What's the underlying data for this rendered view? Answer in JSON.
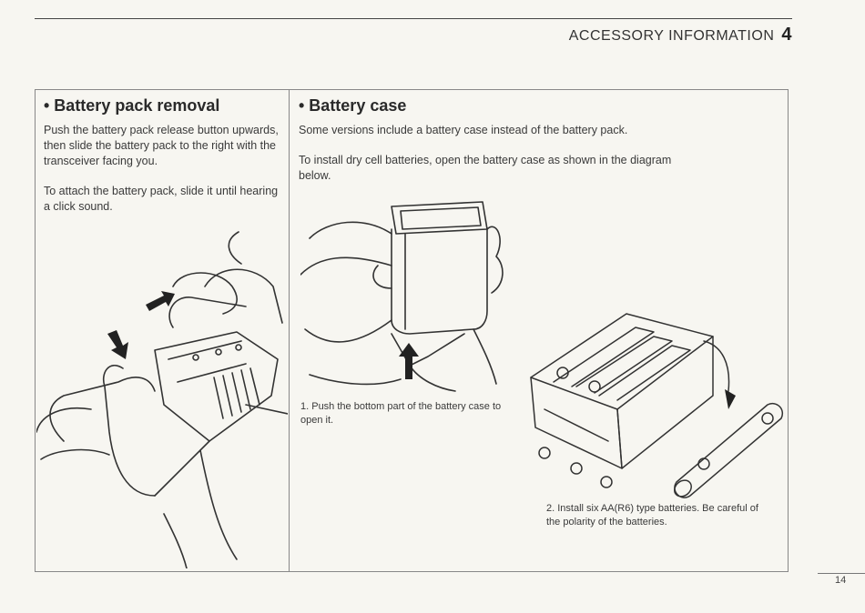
{
  "header": {
    "section_title": "ACCESSORY INFORMATION",
    "section_number": "4"
  },
  "left": {
    "heading": "• Battery pack removal",
    "para1": "Push the battery pack release button upwards, then slide the battery pack to the right with the transceiver facing you.",
    "para2": "To attach the battery pack, slide it until hearing a click sound."
  },
  "right": {
    "heading": "• Battery case",
    "para1": "Some versions include a battery case instead of the battery pack.",
    "para2": "To install dry cell batteries, open the battery case as shown in the diagram below.",
    "caption1": "1.  Push the bottom part of the battery case to open it.",
    "caption2": "2.  Install six AA(R6) type batteries. Be careful of the polarity of the batteries."
  },
  "footer": {
    "page_number": "14"
  }
}
